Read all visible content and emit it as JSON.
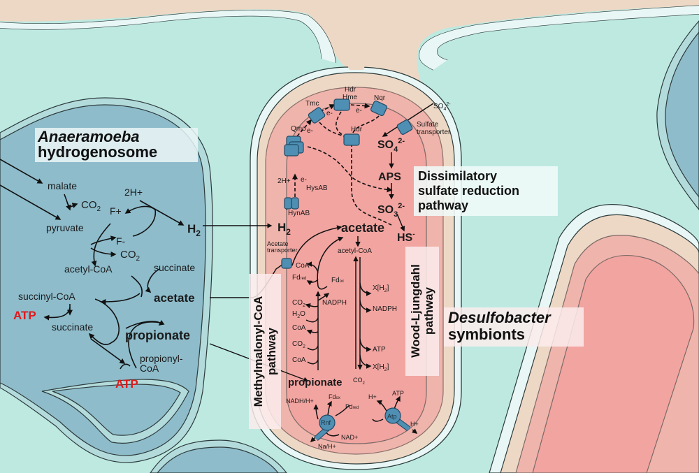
{
  "colors": {
    "background": "#bde9e1",
    "host_cytoplasm": "#edd8c5",
    "membrane_white": "#e8f6f5",
    "hydrogenosome": "#8ebccb",
    "hydrogenosome_membrane": "#b4dbdc",
    "bacterium_outer": "#edd8c5",
    "bacterium_periplasm": "#efb4ab",
    "bacterium_cytoplasm": "#f2a4a0",
    "protein": "#4f8fb3",
    "atp_red": "#e0191b",
    "outline": "#2c3b3b"
  },
  "titles": {
    "hydrogenosome_line1": "Anaeramoeba",
    "hydrogenosome_line2": "hydrogenosome",
    "dsr_line1": "Dissimilatory",
    "dsr_line2": "sulfate reduction",
    "dsr_line3": "pathway",
    "symbionts_line1": "Desulfobacter",
    "symbionts_line2": "symbionts",
    "methylmalonyl_line1": "Methylmalonyl-CoA",
    "methylmalonyl_line2": "pathway",
    "wood_line1": "Wood-Ljungdahl",
    "wood_line2": "pathway"
  },
  "hydrogenosome": {
    "malate": "malate",
    "co2_a": "CO",
    "co2_b": "CO",
    "sub2": "2",
    "h2plus": "2H+",
    "fplus": "F+",
    "fminus": "F-",
    "pyruvate": "pyruvate",
    "h2": "H",
    "acetylcoa": "acetyl-CoA",
    "succinate_in": "succinate",
    "acetate": "acetate",
    "succinylcoa": "succinyl-CoA",
    "atp1": "ATP",
    "succinate": "succinate",
    "propionate": "propionate",
    "propionylcoa_1": "propionyl-",
    "propionylcoa_2": "CoA",
    "atp2": "ATP"
  },
  "bacterium": {
    "proteins": {
      "hdr_top": "Hdr",
      "hme": "Hme",
      "nqr": "Nqr",
      "tmc": "Tmc",
      "qmo": "Qmo",
      "hdr": "Hdr",
      "hysab": "HysAB",
      "hynab": "HynAB",
      "sulfate_transporter_1": "Sulfate",
      "sulfate_transporter_2": "transporter",
      "acetate_transporter_1": "Acetate",
      "acetate_transporter_2": "transporter",
      "rnf": "Rnf",
      "atp_synthase": "Atp"
    },
    "electrons": [
      "e-",
      "e-",
      "e-",
      "e-"
    ],
    "h2plus": "2H+",
    "h2": "H",
    "sub2": "2",
    "so4_ext": "SO",
    "so4": "SO",
    "aps": "APS",
    "so3": "SO",
    "hs": "HS",
    "acetate": "acetate",
    "acetylcoa": "acetyl-CoA",
    "methylmalonyl_side": [
      "CoA",
      "Fd",
      "CO",
      "H",
      "CoA",
      "CO",
      "CoA"
    ],
    "fd_red": "Fd",
    "fd_ox": "Fd",
    "red": "red",
    "ox": "ox",
    "nadph": "NADPH",
    "wl_side": [
      "X[H",
      "NADPH",
      "ATP",
      "X[H"
    ],
    "propionate": "propionate",
    "co2": "CO",
    "nadh": "NADH/H+",
    "nad": "NAD+",
    "na": "Na/H+",
    "hplus1": "H+",
    "hplus2": "H+",
    "atp": "ATP"
  }
}
